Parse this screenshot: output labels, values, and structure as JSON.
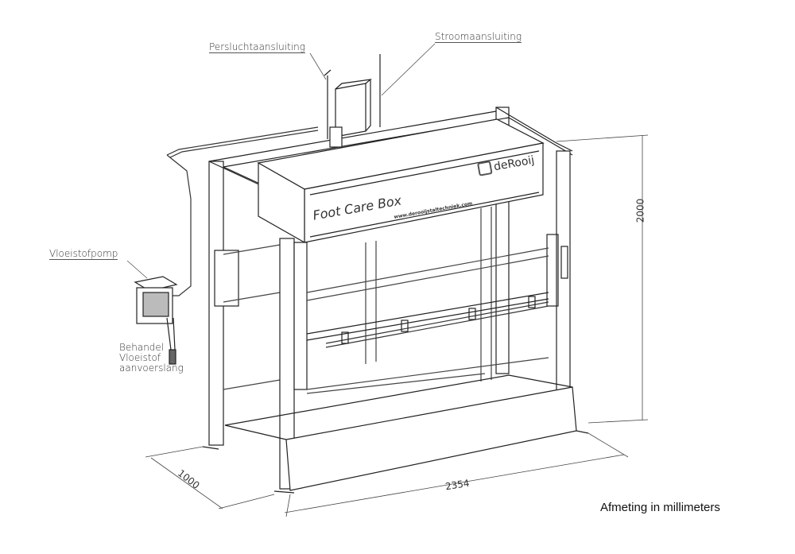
{
  "callouts": {
    "air_connection": "Persluchtaansluiting",
    "power_connection": "Stroomaansluiting",
    "liquid_pump": "Vloeistofpomp",
    "hose_line1": "Behandel",
    "hose_line2": "Vloeistof",
    "hose_line3": "aanvoerslang"
  },
  "product": {
    "name": "Foot Care Box",
    "brand": "deRooij",
    "url": "www.derooijstaltechniek.com"
  },
  "dimensions": {
    "height": "2000",
    "depth": "1000",
    "width": "2354"
  },
  "note": "Afmeting in millimeters"
}
